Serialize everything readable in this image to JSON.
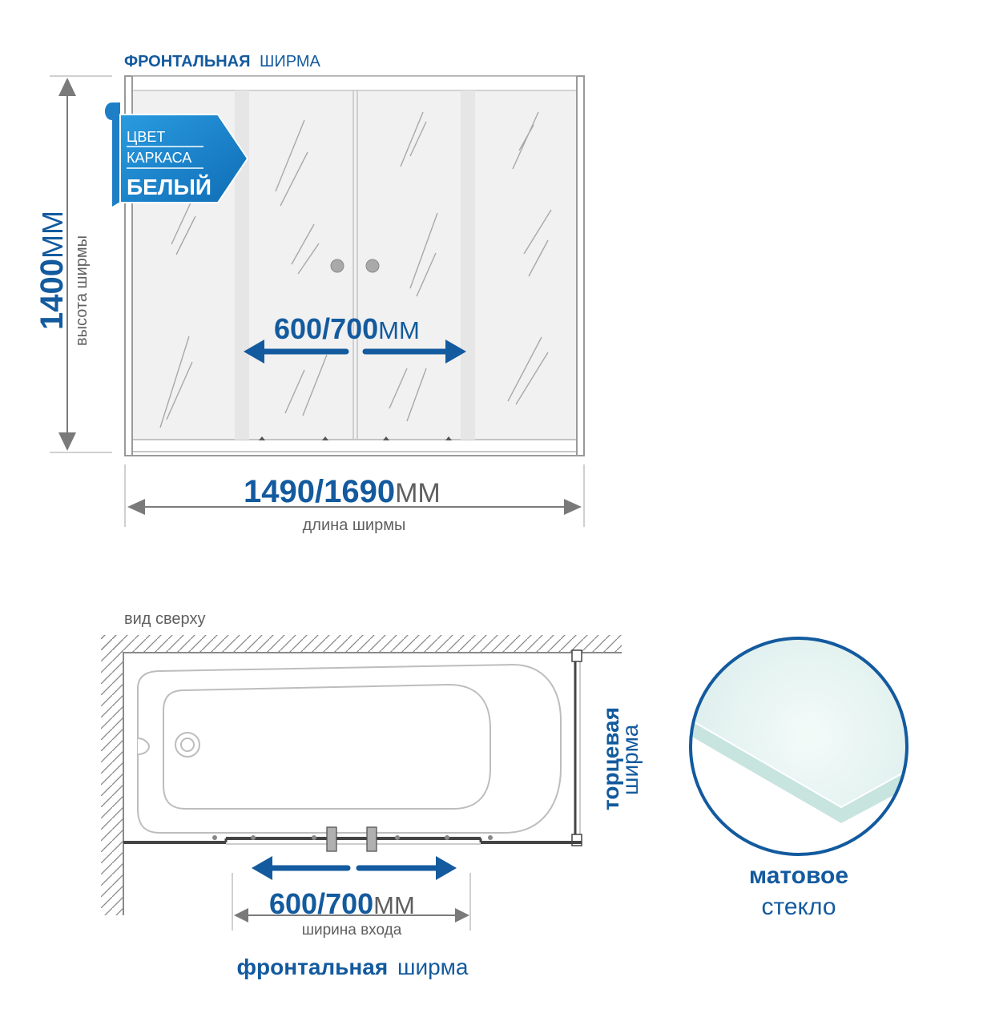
{
  "front_view": {
    "title_bold": "ФРОНТАЛЬНАЯ",
    "title_light": "ШИРМА",
    "height_value": "1400",
    "height_unit": "ММ",
    "height_label": "высота ширмы",
    "opening_value": "600/700",
    "opening_unit": "ММ",
    "length_value": "1490/1690",
    "length_unit": "ММ",
    "length_label": "длина ширмы"
  },
  "frame_badge": {
    "line1": "ЦВЕТ",
    "line2": "КАРКАСА",
    "color": "БЕЛЫЙ"
  },
  "top_view": {
    "title": "вид сверху",
    "side_screen_bold": "торцевая",
    "side_screen_light": "ширма",
    "entrance_value": "600/700",
    "entrance_unit": "ММ",
    "entrance_label": "ширина входа",
    "front_screen_bold": "фронтальная",
    "front_screen_light": "ширма"
  },
  "glass": {
    "type_bold": "матовое",
    "type_light": "стекло"
  },
  "colors": {
    "accent": "#135a9e",
    "badge": "#1b86cf",
    "text_grey": "#5f5f5f",
    "glass_fill": "#f1f1f1"
  }
}
